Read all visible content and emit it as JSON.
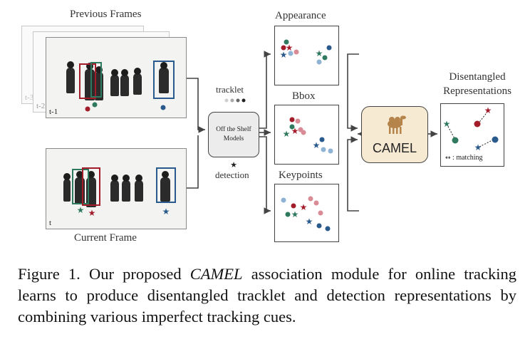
{
  "labels": {
    "previous_frames": "Previous Frames",
    "current_frame": "Current Frame",
    "frame_t": "t",
    "frame_t1": "t-1",
    "frame_t2": "t-2",
    "frame_t3": "t-3",
    "tracklet": "tracklet",
    "detection": "detection",
    "models": "Off the Shelf Models",
    "appearance": "Appearance",
    "bbox": "Bbox",
    "keypoints": "Keypoints",
    "camel": "CAMEL",
    "disentangled": "Disentangled Representations",
    "matching": ": matching"
  },
  "caption": {
    "prefix": "Figure 1.",
    "before": "Our proposed",
    "emph": "CAMEL",
    "after": "association module for online tracking learns to produce disentangled tracklet and detection representations by combining various imperfect tracking cues."
  },
  "colors": {
    "red": "#a31c2a",
    "green": "#2f7a5e",
    "blue": "#2a5a8c",
    "pink": "#d98c95",
    "sky": "#8fb3d4",
    "gray": "#9a9a9a",
    "camel_fill": "#f7ead2"
  }
}
